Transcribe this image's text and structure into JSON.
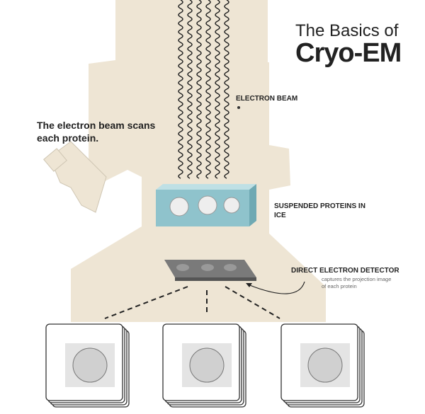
{
  "title": {
    "line1": "The Basics of",
    "line2": "Cryo-EM"
  },
  "labels": {
    "scan": "The electron beam scans each protein.",
    "electron_beam": "ELECTRON BEAM",
    "electron_symbol": "e-",
    "suspended": "SUSPENDED PROTEINS IN ICE",
    "detector": "DIRECT ELECTRON DETECTOR",
    "detector_sub": "captures the projection image of each protein"
  },
  "colors": {
    "body": "#eee5d4",
    "ice": "#8fc3cc",
    "detector": "#7a7a7a"
  }
}
